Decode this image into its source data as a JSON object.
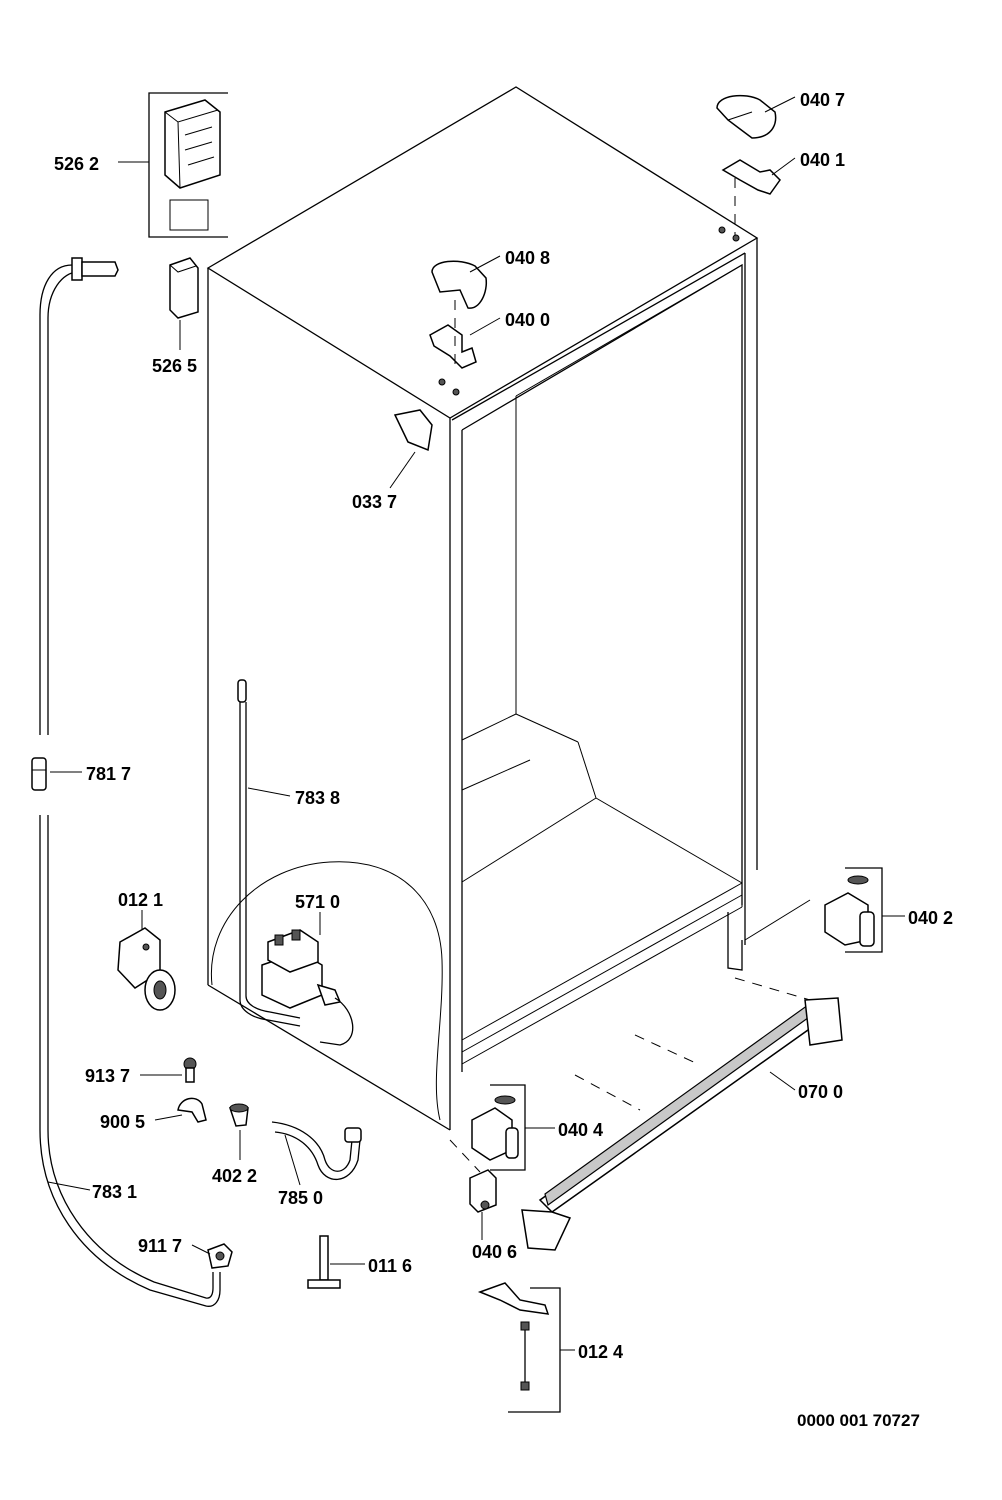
{
  "parts": [
    {
      "id": "p5262",
      "label": "526 2"
    },
    {
      "id": "p5265",
      "label": "526 5"
    },
    {
      "id": "p0407",
      "label": "040 7"
    },
    {
      "id": "p0401",
      "label": "040 1"
    },
    {
      "id": "p0408",
      "label": "040 8"
    },
    {
      "id": "p0400",
      "label": "040 0"
    },
    {
      "id": "p0337",
      "label": "033 7"
    },
    {
      "id": "p7817",
      "label": "781 7"
    },
    {
      "id": "p7838",
      "label": "783 8"
    },
    {
      "id": "p0121",
      "label": "012 1"
    },
    {
      "id": "p5710",
      "label": "571 0"
    },
    {
      "id": "p0402",
      "label": "040 2"
    },
    {
      "id": "p0700",
      "label": "070 0"
    },
    {
      "id": "p9137",
      "label": "913 7"
    },
    {
      "id": "p9005",
      "label": "900 5"
    },
    {
      "id": "p0404",
      "label": "040 4"
    },
    {
      "id": "p4022",
      "label": "402 2"
    },
    {
      "id": "p7850",
      "label": "785 0"
    },
    {
      "id": "p7831",
      "label": "783 1"
    },
    {
      "id": "p0406",
      "label": "040 6"
    },
    {
      "id": "p9117",
      "label": "911 7"
    },
    {
      "id": "p0116",
      "label": "011 6"
    },
    {
      "id": "p0124",
      "label": "012 4"
    }
  ],
  "drawing_code": "0000 001 70727"
}
